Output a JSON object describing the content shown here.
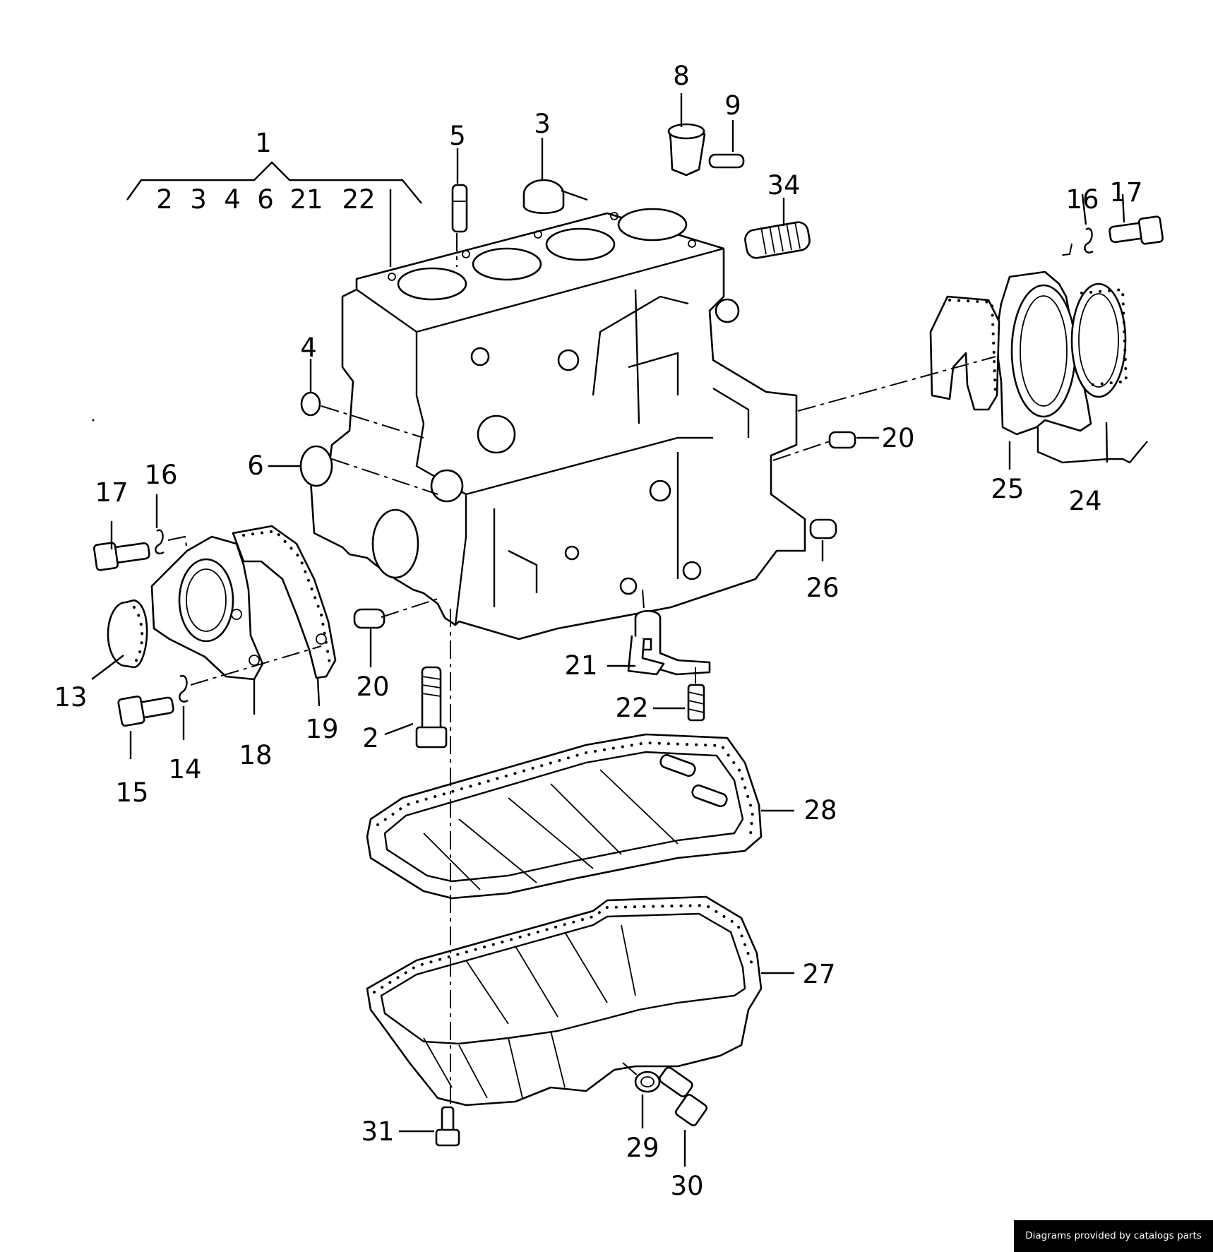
{
  "group_label": {
    "number": "1",
    "members": [
      "2",
      "3",
      "4",
      "6",
      "21",
      "22"
    ]
  },
  "callouts": [
    {
      "id": "c8",
      "text": "8"
    },
    {
      "id": "c9",
      "text": "9"
    },
    {
      "id": "c3",
      "text": "3"
    },
    {
      "id": "c5",
      "text": "5"
    },
    {
      "id": "c34",
      "text": "34"
    },
    {
      "id": "c16r",
      "text": "16"
    },
    {
      "id": "c17r",
      "text": "17"
    },
    {
      "id": "c4",
      "text": "4"
    },
    {
      "id": "c6",
      "text": "6"
    },
    {
      "id": "c20r",
      "text": "20"
    },
    {
      "id": "c25",
      "text": "25"
    },
    {
      "id": "c24",
      "text": "24"
    },
    {
      "id": "c26",
      "text": "26"
    },
    {
      "id": "c17l",
      "text": "17"
    },
    {
      "id": "c16l",
      "text": "16"
    },
    {
      "id": "c13",
      "text": "13"
    },
    {
      "id": "c15",
      "text": "15"
    },
    {
      "id": "c14",
      "text": "14"
    },
    {
      "id": "c18",
      "text": "18"
    },
    {
      "id": "c19",
      "text": "19"
    },
    {
      "id": "c20l",
      "text": "20"
    },
    {
      "id": "c2",
      "text": "2"
    },
    {
      "id": "c21",
      "text": "21"
    },
    {
      "id": "c22",
      "text": "22"
    },
    {
      "id": "c28",
      "text": "28"
    },
    {
      "id": "c27",
      "text": "27"
    },
    {
      "id": "c31",
      "text": "31"
    },
    {
      "id": "c29",
      "text": "29"
    },
    {
      "id": "c30",
      "text": "30"
    }
  ],
  "credit": "Diagrams provided by catalogs parts"
}
